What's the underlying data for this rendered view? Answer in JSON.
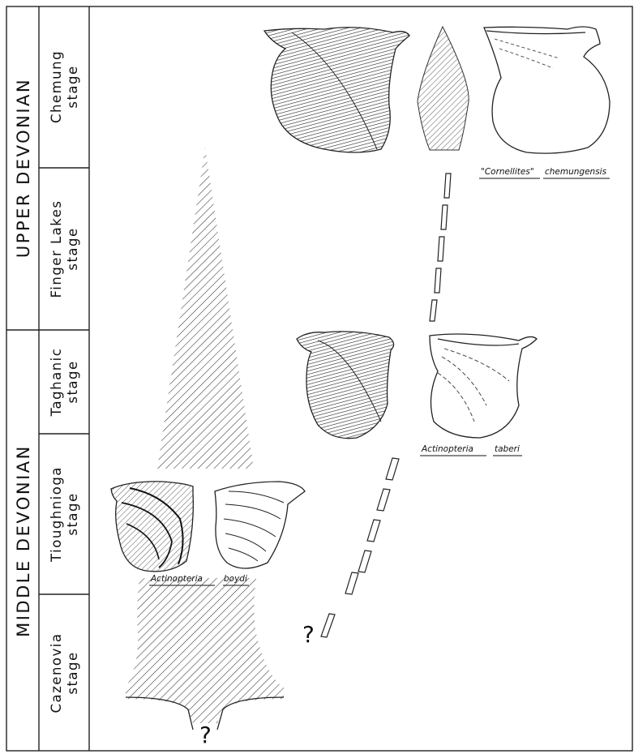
{
  "eras": [
    {
      "label": "UPPER DEVONIAN"
    },
    {
      "label": "MIDDLE DEVONIAN"
    }
  ],
  "stages": [
    {
      "line1": "Chemung",
      "line2": "stage"
    },
    {
      "line1": "Finger Lakes",
      "line2": "stage"
    },
    {
      "line1": "Taghanic",
      "line2": "stage"
    },
    {
      "line1": "Tioughnioga",
      "line2": "stage"
    },
    {
      "line1": "Cazenovia",
      "line2": "stage"
    }
  ],
  "species": {
    "boydi": {
      "genus": "Actinopteria",
      "epithet": "boydi"
    },
    "taberi": {
      "genus": "Actinopteria",
      "epithet": "taberi"
    },
    "chemungensis": {
      "genus": "\"Cornellites\"",
      "epithet": "chemungensis"
    }
  },
  "uncertainty_marks": [
    "?",
    "?"
  ],
  "colors": {
    "ink": "#111111",
    "background": "#ffffff"
  }
}
